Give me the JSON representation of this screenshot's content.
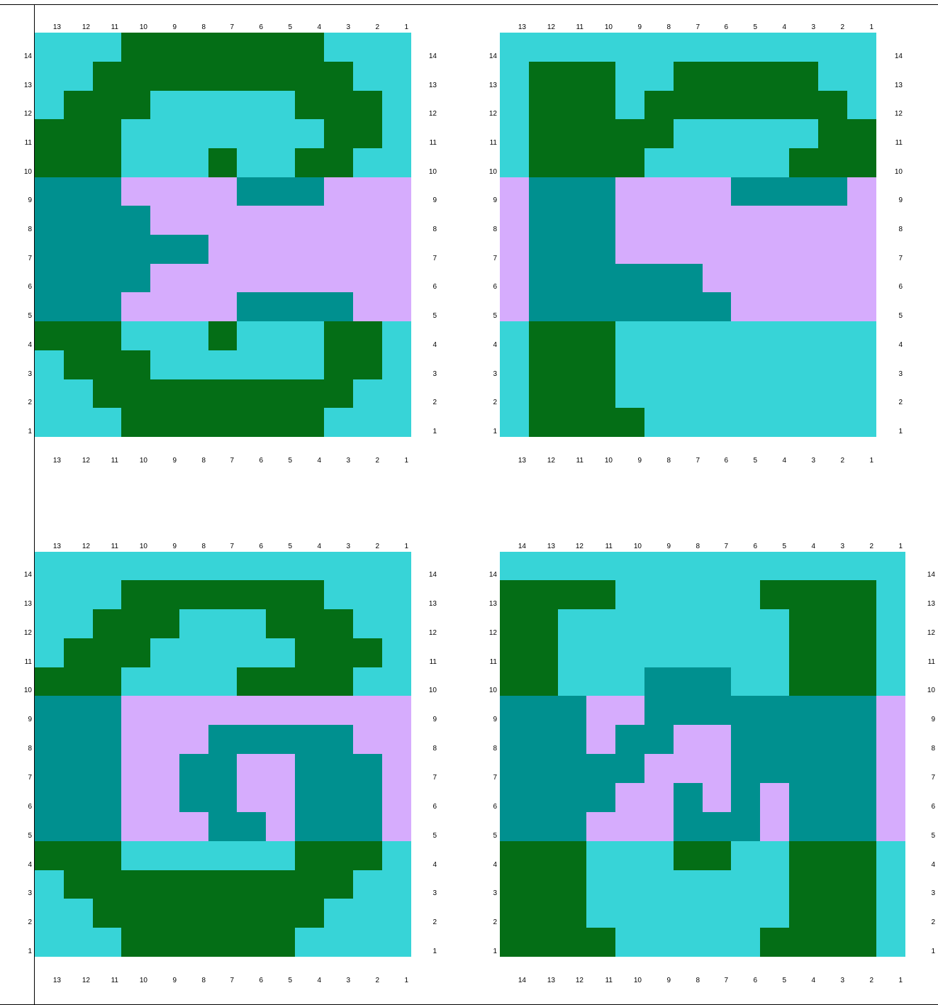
{
  "palette": {
    "L": "#37d4d7",
    "G": "#046e16",
    "T": "#00908f",
    "P": "#d6acfd",
    ".": "#ffffff"
  },
  "charts": [
    {
      "id": "top-left",
      "col_labels": [
        "13",
        "12",
        "11",
        "10",
        "9",
        "8",
        "7",
        "6",
        "5",
        "4",
        "3",
        "2",
        "1"
      ],
      "row_labels": [
        "14",
        "13",
        "12",
        "11",
        "10",
        "9",
        "8",
        "7",
        "6",
        "5",
        "4",
        "3",
        "2",
        "1"
      ],
      "rows": [
        "LLLGGGGGGGLLL",
        "LLGGGGGGGGGLL",
        "LGGGLLLLLGGGL",
        "GGGLLLLLLLGGL",
        "GGGLLLGLLGGLL",
        "TTTPPPPTTTPPP",
        "TTTTPPPPPPPPP",
        "TTTTTTPPPPPPP",
        "TTTTPPPPPPPPP",
        "TTTPPPPTTTTPP",
        "GGGLLLGLLLGGL",
        "LGGGLLLLLLGGL",
        "LLGGGGGGGGGLL",
        "LLLGGGGGGGLLL"
      ]
    },
    {
      "id": "top-right",
      "col_labels": [
        "13",
        "12",
        "11",
        "10",
        "9",
        "8",
        "7",
        "6",
        "5",
        "4",
        "3",
        "2",
        "1"
      ],
      "row_labels": [
        "14",
        "13",
        "12",
        "11",
        "10",
        "9",
        "8",
        "7",
        "6",
        "5",
        "4",
        "3",
        "2",
        "1"
      ],
      "rows": [
        "LLLLLLLLLLLLL",
        "LGGGLLGGGGGLL",
        "LGGGLGGGGGGGL",
        "LGGGGGLLLLLGG",
        "LGGGGLLLLLGGG",
        "PTTTPPPPTTTTP",
        "PTTTPPPPPPPPP",
        "PTTTPPPPPPPPP",
        "PTTTTTTPPPPPP",
        "PTTTTTTTPPPPP",
        "LGGGLLLLLLLLL",
        "LGGGLLLLLLLLL",
        "LGGGLLLLLLLLL",
        "LGGGGLLLLLLLL"
      ]
    },
    {
      "id": "bottom-left",
      "col_labels": [
        "13",
        "12",
        "11",
        "10",
        "9",
        "8",
        "7",
        "6",
        "5",
        "4",
        "3",
        "2",
        "1"
      ],
      "row_labels": [
        "14",
        "13",
        "12",
        "11",
        "10",
        "9",
        "8",
        "7",
        "6",
        "5",
        "4",
        "3",
        "2",
        "1"
      ],
      "rows": [
        "LLLLLLLLLLLLL",
        "LLLGGGGGGGLLL",
        "LLGGGLLLGGGLL",
        "LGGGLLLLLGGGL",
        "GGGLLLLGGGGLL",
        "TTTPPPPPPPPPP",
        "TTTPPPTTTTTPP",
        "TTTPPTTPPTTTP",
        "TTTPPTTPPTTTP",
        "TTTPPPTTPTTTP",
        "GGGLLLLLLGGGL",
        "LGGGGGGGGGGLL",
        "LLGGGGGGGGLLL",
        "LLLGGGGGGLLLL"
      ]
    },
    {
      "id": "bottom-right",
      "col_labels": [
        "14",
        "13",
        "12",
        "11",
        "10",
        "9",
        "8",
        "7",
        "6",
        "5",
        "4",
        "3",
        "2",
        "1"
      ],
      "row_labels": [
        "14",
        "13",
        "12",
        "11",
        "10",
        "9",
        "8",
        "7",
        "6",
        "5",
        "4",
        "3",
        "2",
        "1"
      ],
      "rows": [
        "LLLLLLLLLLLLLL",
        "GGGGLLLLLGGGGL",
        "GGLLLLLLLLGGGL",
        "GGLLLLLLLLGGGL",
        "GGLLLTTTLLGGGL",
        "TTTPPTTTTTTTTP",
        "TTTPTTPPTTTTTP",
        "TTTTTPPPTTTTTP",
        "TTTTPPTPTPTTTP",
        "TTTPPPTTTPTTTP",
        "GGGLLLGGLLGGGL",
        "GGGLLLLLLLGGGL",
        "GGGLLLLLLLGGGL",
        "GGGGLLLLLGGGGL"
      ]
    }
  ]
}
